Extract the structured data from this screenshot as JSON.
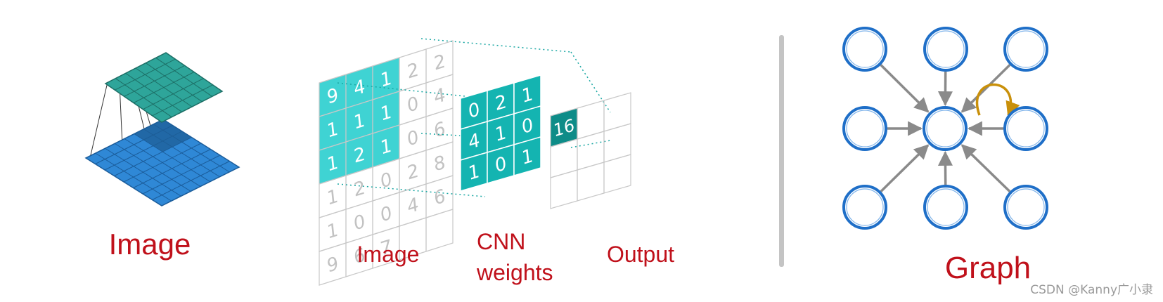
{
  "labels": {
    "left_image": "Image",
    "cnn_image": "Image",
    "cnn_weights_line1": "CNN",
    "cnn_weights_line2": "weights",
    "output": "Output",
    "graph": "Graph"
  },
  "watermark": "CSDN @Kanny广小隶",
  "input_grid": {
    "rows": [
      [
        "9",
        "4",
        "1",
        "2",
        "2"
      ],
      [
        "1",
        "1",
        "1",
        "0",
        "4"
      ],
      [
        "1",
        "2",
        "1",
        "0",
        "6"
      ],
      [
        "1",
        "2",
        "0",
        "2",
        "8"
      ],
      [
        "1",
        "0",
        "0",
        "4",
        "6"
      ],
      [
        "9",
        "6",
        "7",
        "",
        ""
      ]
    ]
  },
  "kernel": {
    "rows": [
      [
        "0",
        "2",
        "1"
      ],
      [
        "4",
        "1",
        "0"
      ],
      [
        "1",
        "0",
        "1"
      ]
    ]
  },
  "output_value": "16",
  "colors": {
    "label_red": "#c0111b",
    "cyan_highlight": "#3fd3d3",
    "teal_kernel": "#14b4b1",
    "teal_output": "#0e8c88",
    "top_plane": "#2ea59a",
    "bottom_plane": "#2f88d6",
    "node_blue": "#1f6fc8",
    "edge_gray": "#8a8a8a",
    "self_loop": "#c9900a",
    "divider": "#c4c4c4"
  }
}
